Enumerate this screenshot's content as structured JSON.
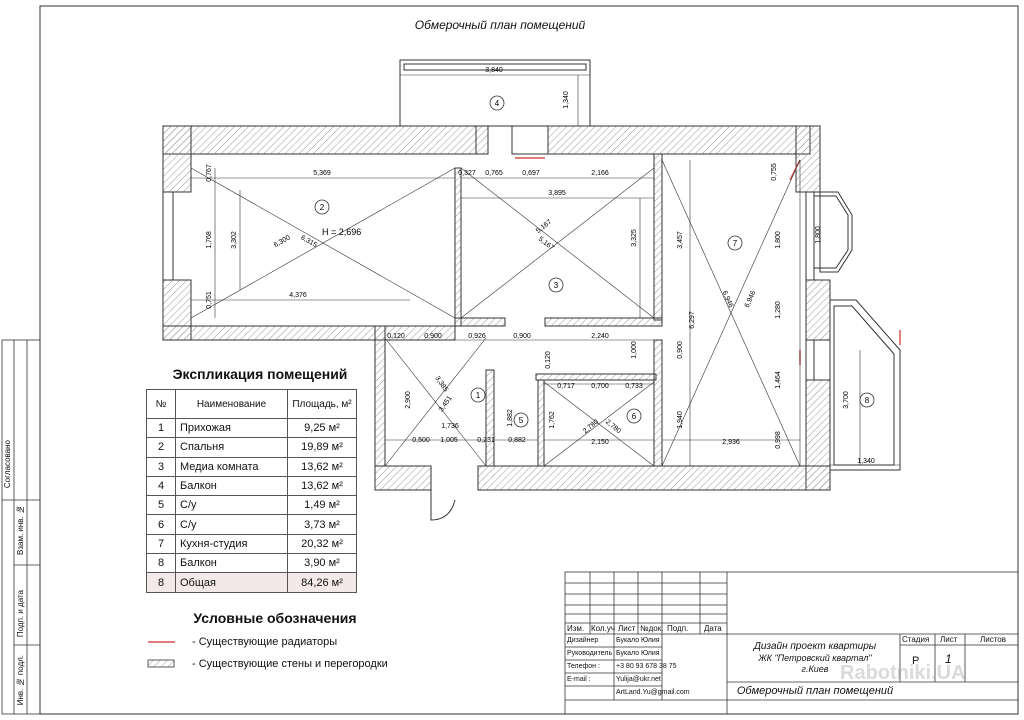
{
  "plan_title": "Обмерочный план помещений",
  "room_numbers": [
    "1",
    "2",
    "3",
    "4",
    "5",
    "6",
    "7",
    "8"
  ],
  "height_label": "H = 2,696",
  "dimensions": {
    "balcony4_width": "3,840",
    "balcony4_depth": "1,340",
    "top_5369": "5,369",
    "top_0327": "0,327",
    "top_0765": "0,765",
    "top_0697": "0,697",
    "top_2166": "2,166",
    "top_0755": "0,755",
    "media_3895": "3,895",
    "left_0767": "0,767",
    "left_1768": "1,768",
    "left_0751": "0,751",
    "bed_3302": "3,302",
    "bed_diag1": "6,300",
    "bed_diag2": "6,315",
    "bed_4376": "4,376",
    "media_3325": "3,325",
    "media_diag1": "5,167",
    "media_diag2": "5,167",
    "kit_3457": "3,457",
    "kit_6297": "6,297",
    "kit_diag1": "6,946",
    "kit_diag2": "6,946",
    "kit_1800a": "1,800",
    "kit_1800b": "1,800",
    "kit_1280": "1,280",
    "kit_1464": "1,464",
    "kit_0998": "0,998",
    "kit_2936": "2,936",
    "kit_0900": "0,900",
    "kit_1940": "1,940",
    "corr_0120": "0,120",
    "corr_0900a": "0,900",
    "corr_0926": "0,926",
    "corr_0900b": "0,900",
    "corr_2240": "2,240",
    "corr_1000": "1,000",
    "hall_2900": "2,900",
    "hall_diag1": "3,385",
    "hall_diag2": "3,451",
    "hall_1736": "1,736",
    "hall_0500": "0,500",
    "hall_1005": "1,005",
    "hall_0231": "0,231",
    "wc5_1882": "1,882",
    "wc5_0882": "0,882",
    "wc6_0120": "0,120",
    "wc6_0717": "0,717",
    "wc6_0700": "0,700",
    "wc6_0733": "0,733",
    "wc6_1762": "1,762",
    "wc6_diag1": "2,780",
    "wc6_diag2": "2,780",
    "wc6_2150": "2,150",
    "b8_3700": "3,700",
    "b8_1340": "1,340"
  },
  "explication": {
    "title": "Экспликация помещений",
    "headers": [
      "№",
      "Наименование",
      "Площадь, м²"
    ],
    "rows": [
      {
        "n": "1",
        "name": "Прихожая",
        "area": "9,25 м²"
      },
      {
        "n": "2",
        "name": "Спальня",
        "area": "19,89 м²"
      },
      {
        "n": "3",
        "name": "Медиа комната",
        "area": "13,62 м²"
      },
      {
        "n": "4",
        "name": "Балкон",
        "area": "13,62 м²"
      },
      {
        "n": "5",
        "name": "С/у",
        "area": "1,49 м²"
      },
      {
        "n": "6",
        "name": "С/у",
        "area": "3,73 м²"
      },
      {
        "n": "7",
        "name": "Кухня-студия",
        "area": "20,32 м²"
      },
      {
        "n": "8",
        "name": "Балкон",
        "area": "3,90 м²"
      }
    ],
    "total": {
      "n": "8",
      "name": "Общая",
      "area": "84,26 м²"
    }
  },
  "legend": {
    "title": "Условные обозначения",
    "radiators": "- Существующие радиаторы",
    "walls": "- Существующие стены и перегородки"
  },
  "side_labels": {
    "agreed": "Согласовано",
    "inv_replace": "Взам. инв. №",
    "sign_date": "Подп. и дата",
    "inv_orig": "Инв. № подл."
  },
  "stamp": {
    "headers": [
      "Изм.",
      "Кол.уч",
      "Лист",
      "№док.",
      "Подп.",
      "Дата"
    ],
    "people": [
      {
        "role": "Дизайнер",
        "value": "Букало Юлия"
      },
      {
        "role": "Руководитель",
        "value": "Букало Юлия"
      },
      {
        "role": "Телефон :",
        "value": "+3 80 93 678 38 75"
      },
      {
        "role": "E-mail :",
        "value": "Yulija@ukr.net"
      },
      {
        "role": "",
        "value": "ArtLand.Yu@gmail.com"
      }
    ],
    "project_line1": "Дизайн проект квартиры",
    "project_line2": "ЖК \"Петровский квартал\"",
    "project_line3": "г.Киев",
    "sheet_title": "Обмерочный план помещений",
    "stage_label": "Стадия",
    "sheet_label": "Лист",
    "sheets_label": "Листов",
    "stage_value": "Р",
    "sheet_value": "1"
  },
  "watermark": "Rabotniki.UA",
  "colors": {
    "radiator": "#d9534f",
    "wall_hatch": "#888888",
    "line": "#222222"
  }
}
